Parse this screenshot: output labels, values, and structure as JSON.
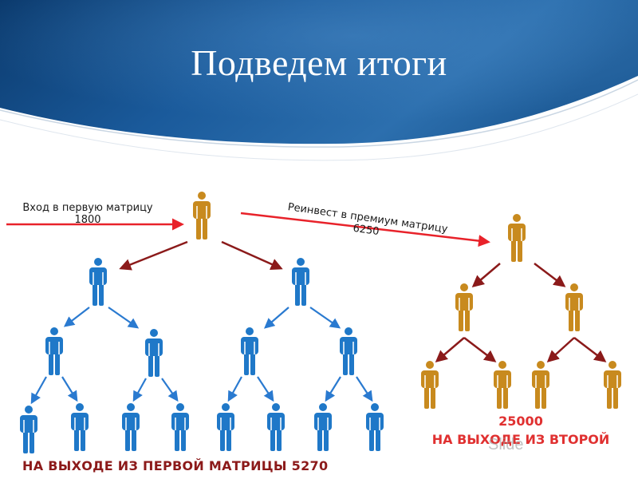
{
  "title": "Подведем итоги",
  "labels": {
    "entry_line1": "Вход в первую матрицу",
    "entry_line2": "1800",
    "reinvest_line1": "Реинвест в премиум матрицу",
    "reinvest_line2": "6250"
  },
  "results": {
    "first": "НА ВЫХОДЕ ИЗ ПЕРВОЙ МАТРИЦЫ 5270",
    "second_amount": "25000",
    "second_label": "НА ВЫХОДЕ ИЗ ВТОРОЙ"
  },
  "watermark": "Slide",
  "colors": {
    "header_dark": "#0d3f75",
    "header_mid": "#1d5fa0",
    "blue_person": "#1f78c8",
    "gold_person": "#c88a1e",
    "blue_arrow": "#2a7ad0",
    "dark_red_arrow": "#8b1a1a",
    "red_arrow": "#e8222a",
    "result_dark_red": "#8c1a1a",
    "result_red": "#e03030"
  },
  "icons": {
    "person": "person-icon",
    "arrow": "arrow-icon"
  }
}
